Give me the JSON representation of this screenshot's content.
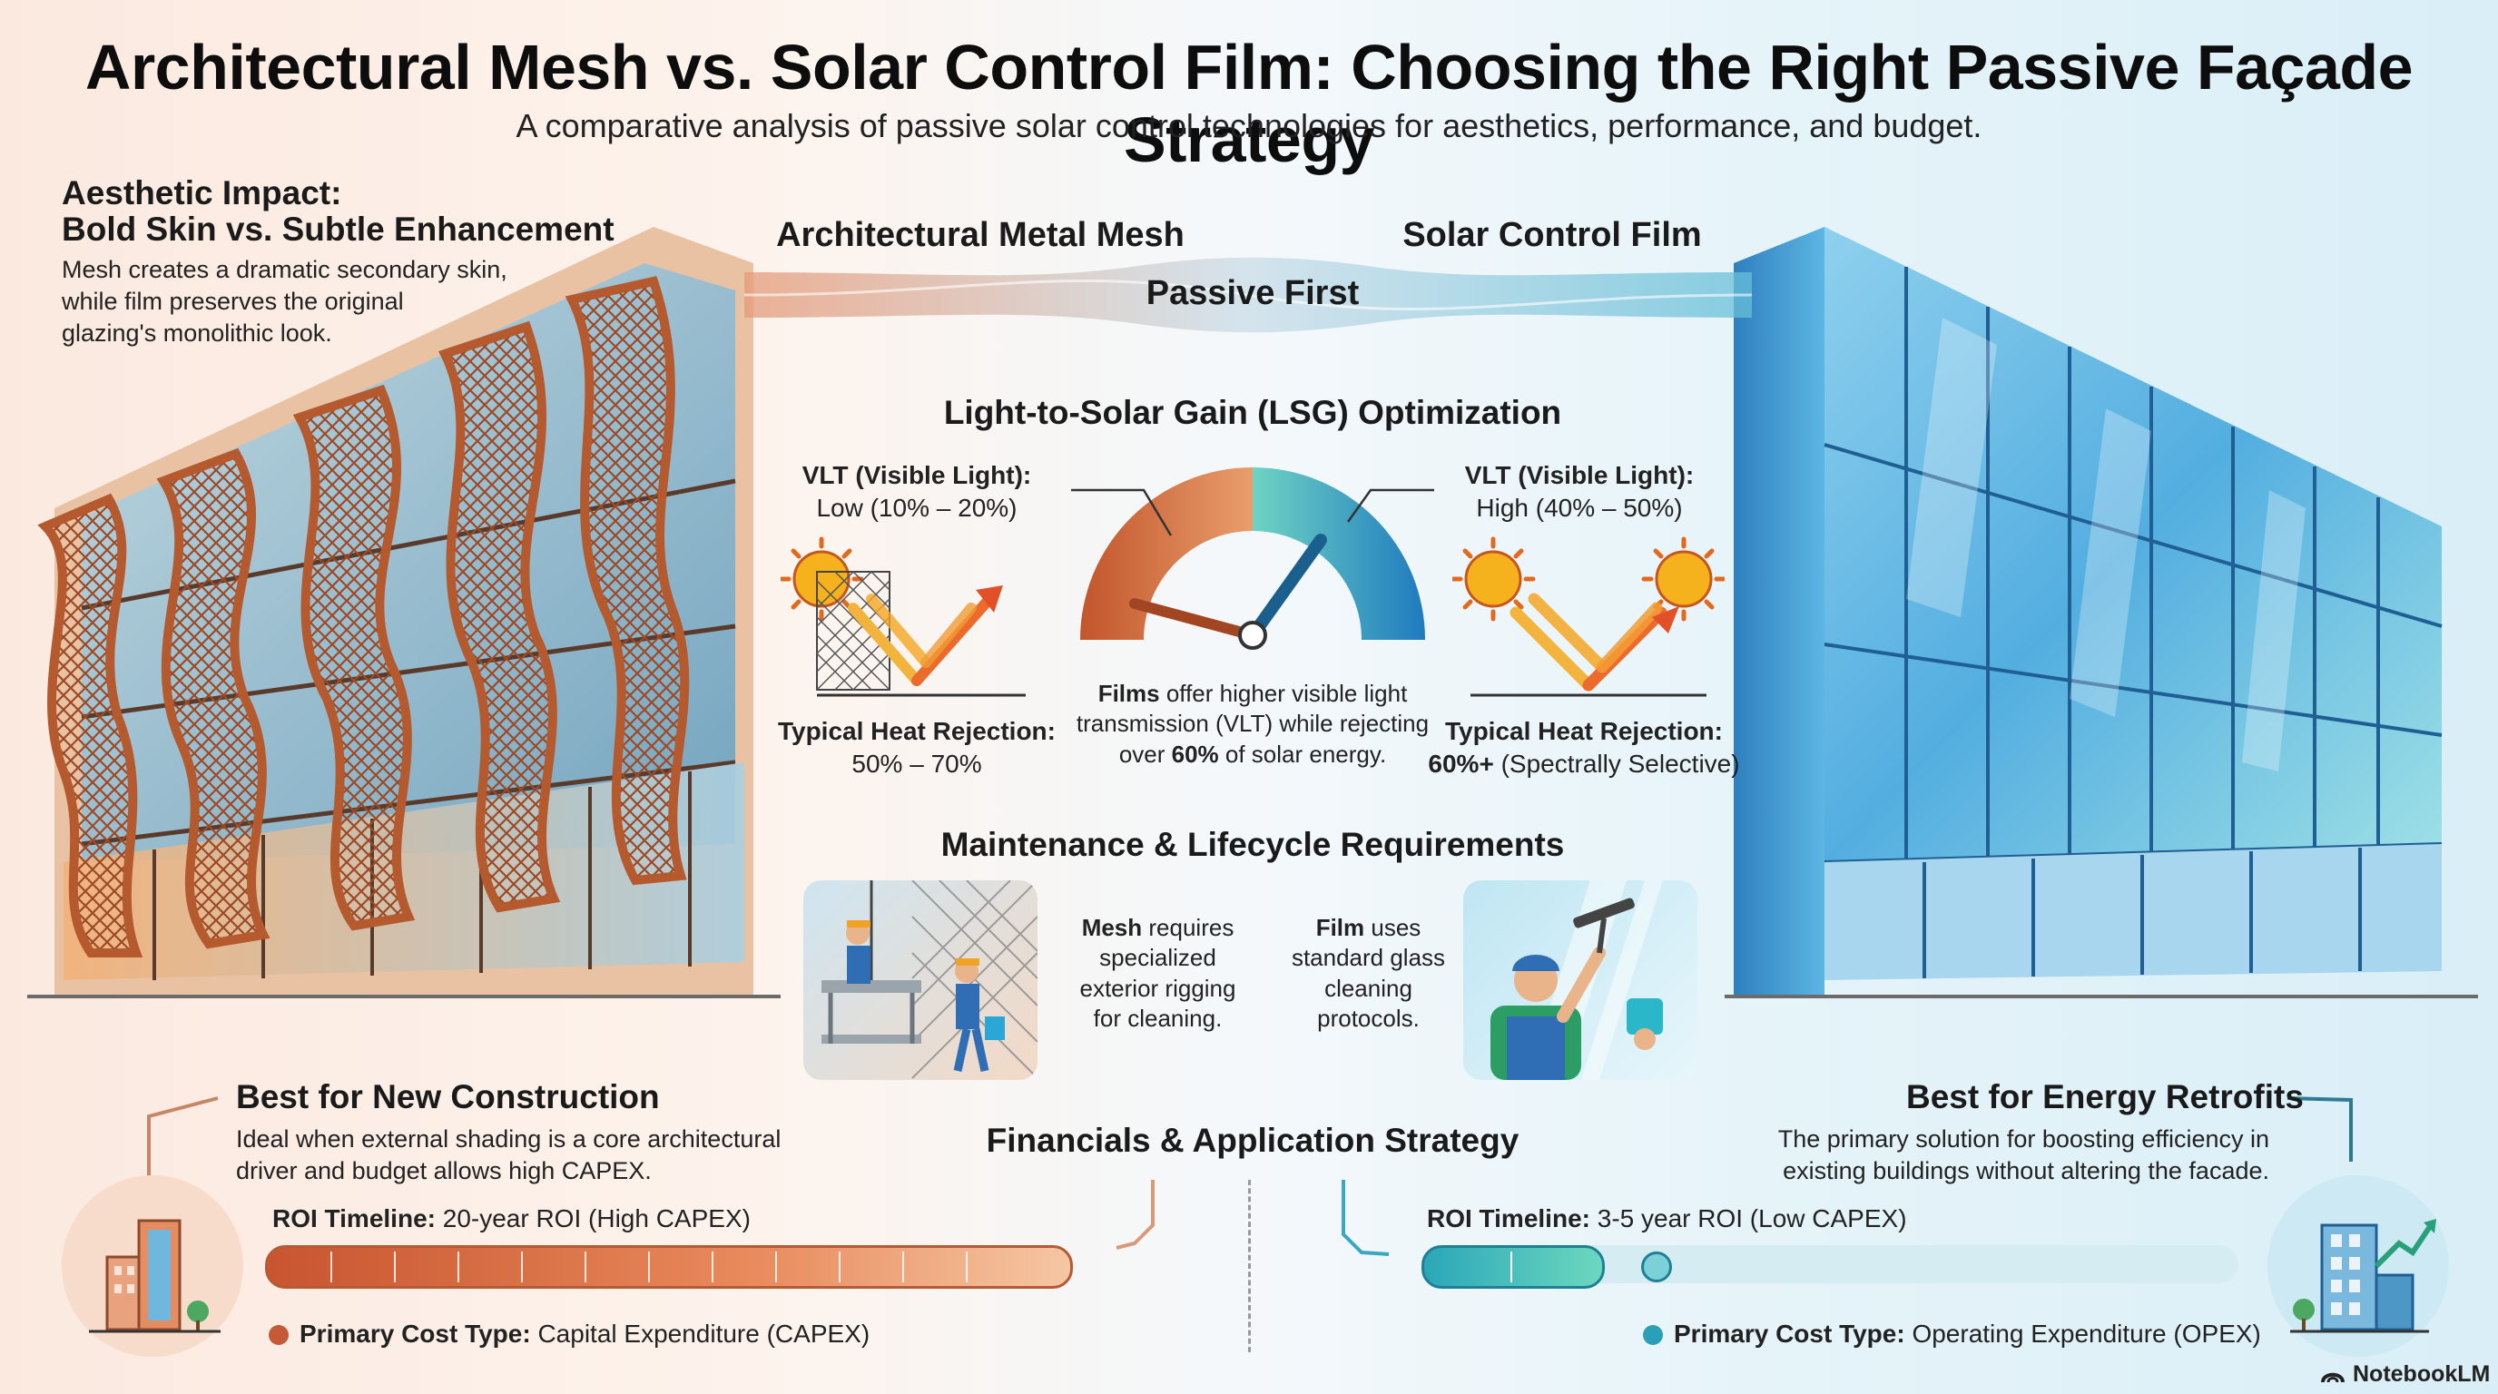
{
  "header": {
    "title": "Architectural Mesh vs. Solar Control Film: Choosing the Right Passive Façade Strategy",
    "subtitle": "A comparative analysis of passive solar control technologies for aesthetics, performance, and budget."
  },
  "aesthetic": {
    "heading_line1": "Aesthetic Impact:",
    "heading_line2": "Bold Skin vs. Subtle Enhancement",
    "body_line1": "Mesh creates a dramatic secondary skin,",
    "body_line2": "while film preserves the original",
    "body_line3": "glazing's monolithic look."
  },
  "columns": {
    "left": "Architectural Metal Mesh",
    "right": "Solar Control Film",
    "ribbon": "Passive First"
  },
  "lsg": {
    "heading": "Light-to-Solar Gain (LSG) Optimization",
    "left_vlt_label": "VLT (Visible Light):",
    "left_vlt_value": "Low (10% – 20%)",
    "right_vlt_label": "VLT (Visible Light):",
    "right_vlt_value": "High (40% – 50%)",
    "left_heat_label": "Typical Heat Rejection:",
    "left_heat_value": "50% – 70%",
    "right_heat_label": "Typical Heat Rejection:",
    "right_heat_bold": "60%+",
    "right_heat_rest": " (Spectrally Selective)",
    "note_bold": "Films",
    "note_line1": " offer higher visible light",
    "note_line2": "transmission (VLT) while rejecting",
    "note_line3_pre": "over ",
    "note_line3_bold": "60%",
    "note_line3_post": " of solar energy."
  },
  "maintenance": {
    "heading": "Maintenance & Lifecycle Requirements",
    "mesh_bold": "Mesh",
    "mesh_line1": " requires",
    "mesh_line2": "specialized",
    "mesh_line3": "exterior rigging",
    "mesh_line4": "for cleaning.",
    "film_bold": "Film",
    "film_line1": " uses",
    "film_line2": "standard glass",
    "film_line3": "cleaning",
    "film_line4": "protocols."
  },
  "financials": {
    "heading": "Financials & Application Strategy",
    "left": {
      "heading": "Best for New Construction",
      "body_line1": "Ideal when external shading is a core architectural",
      "body_line2": "driver and budget allows high CAPEX.",
      "roi_label": "ROI Timeline:",
      "roi_value": " 20-year ROI (High CAPEX)",
      "cost_label": "Primary Cost Type:",
      "cost_value": " Capital Expenditure (CAPEX)"
    },
    "right": {
      "heading": "Best for Energy Retrofits",
      "body_line1": "The primary solution for boosting efficiency in",
      "body_line2": "existing buildings without altering the facade.",
      "roi_label": "ROI Timeline:",
      "roi_value": " 3-5 year ROI (Low CAPEX)",
      "cost_label": "Primary Cost Type:",
      "cost_value": " Operating Expenditure (OPEX)"
    }
  },
  "branding": {
    "name": "NotebookLM"
  },
  "colors": {
    "mesh_copper": "#c8683f",
    "film_teal": "#2aa7b8",
    "film_blue": "#3b8fd0"
  },
  "icons": [
    "sun-icon",
    "gauge-icon",
    "new-building-icon",
    "retrofit-building-icon",
    "notebooklm-logo-icon"
  ]
}
